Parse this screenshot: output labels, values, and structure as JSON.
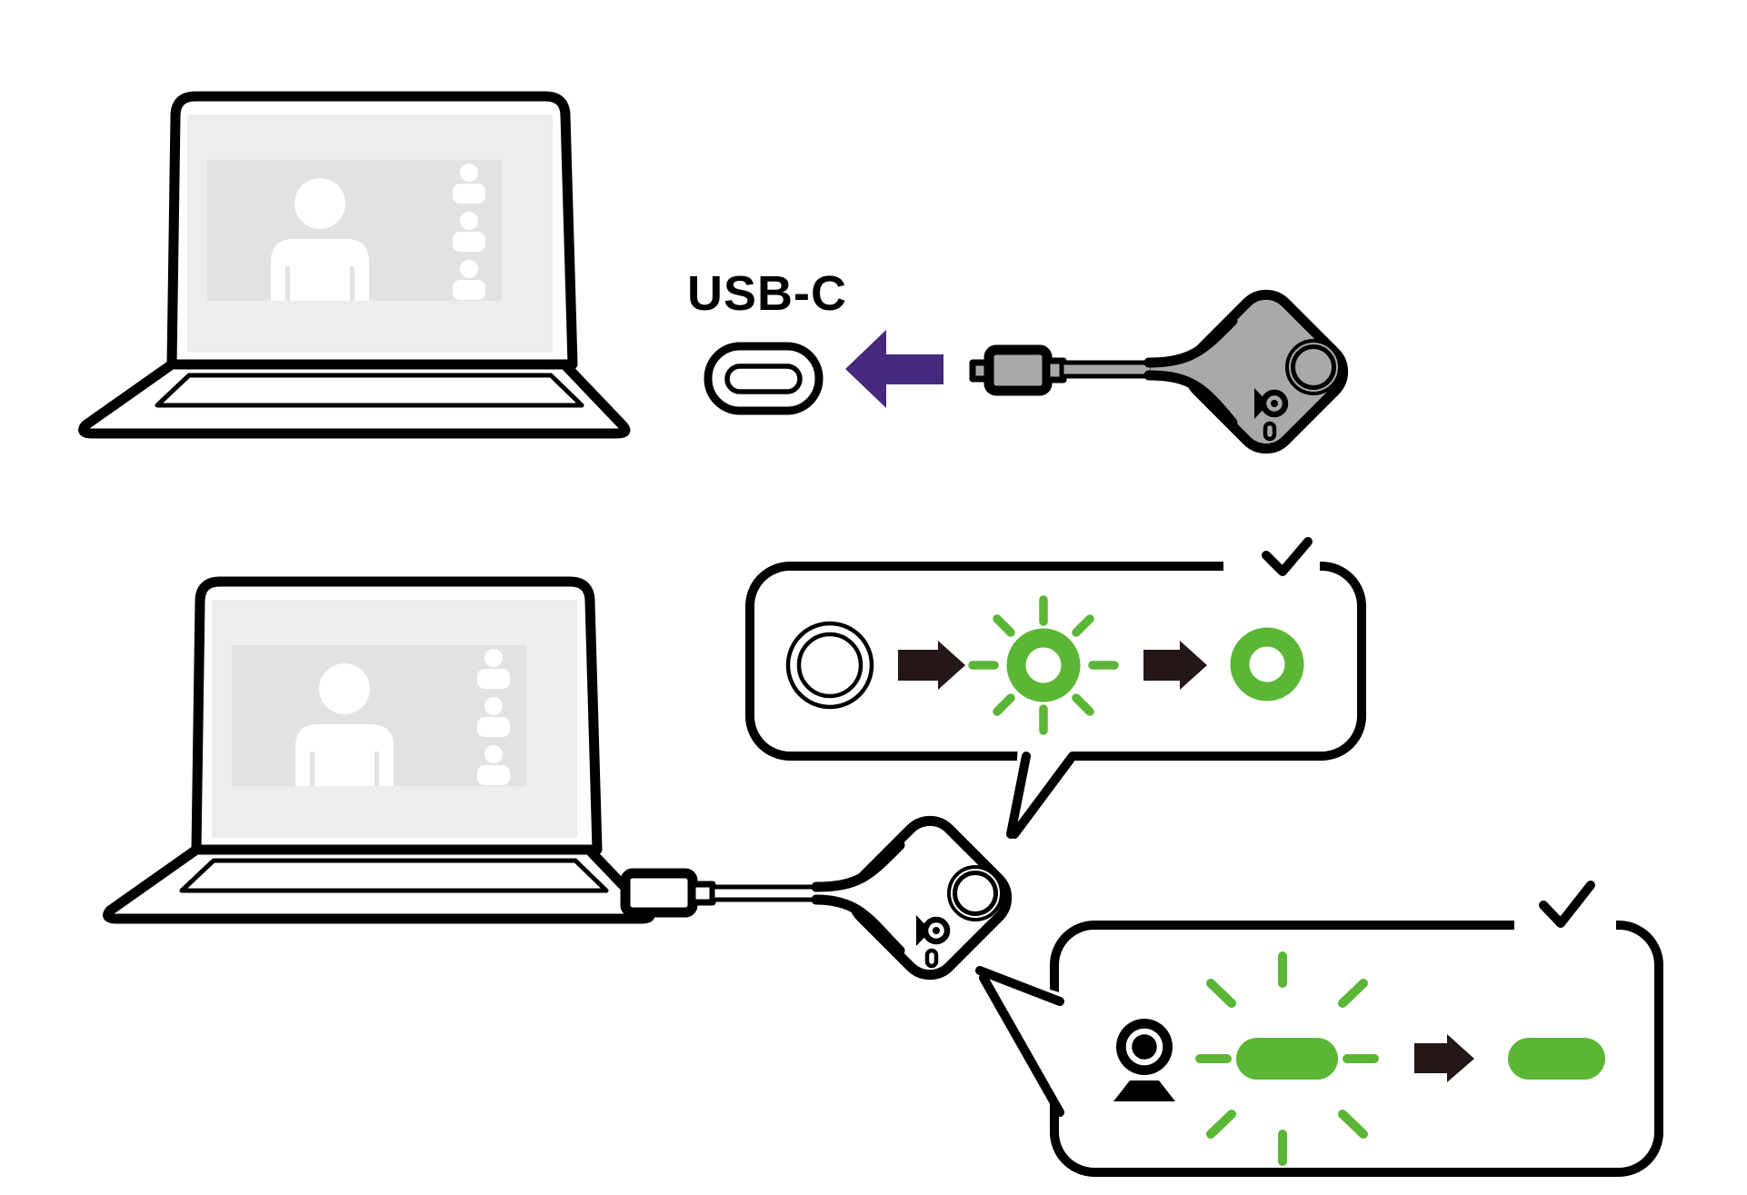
{
  "labels": {
    "usb_c": "USB-C"
  },
  "colors": {
    "outline": "#000000",
    "white": "#ffffff",
    "screen_gray": "#ededed",
    "video_gray": "#e2e2e2",
    "device_gray": "#a9a9a9",
    "arrow_dark": "#231815",
    "purple": "#46287d",
    "green": "#5cb636"
  },
  "illustration": {
    "subject": "plug presenter button dongle into laptop USB-C port",
    "laptops": [
      {
        "screen": "video-call with presenter and three participants"
      },
      {
        "screen": "video-call with presenter and three participants",
        "connected_device": "presenter button dongle"
      }
    ],
    "port": {
      "type": "USB-C",
      "label": "USB-C"
    },
    "callouts": [
      {
        "name": "button-led-status",
        "success": true,
        "sequence": [
          "led-ring-off",
          "led-ring-blinking-green",
          "led-ring-solid-green"
        ]
      },
      {
        "name": "camera-led-status",
        "success": true,
        "sequence": [
          "camera-led-blinking-green",
          "camera-led-solid-green"
        ]
      }
    ],
    "icons": [
      "laptop-icon",
      "usb-c-port-icon",
      "insert-arrow-icon",
      "usb-c-connector-icon",
      "dongle-button-icon",
      "camera-logo-icon",
      "led-bar-icon",
      "checkmark-icon",
      "arrow-right-icon",
      "webcam-icon",
      "led-ring-icon",
      "led-pill-icon"
    ]
  }
}
